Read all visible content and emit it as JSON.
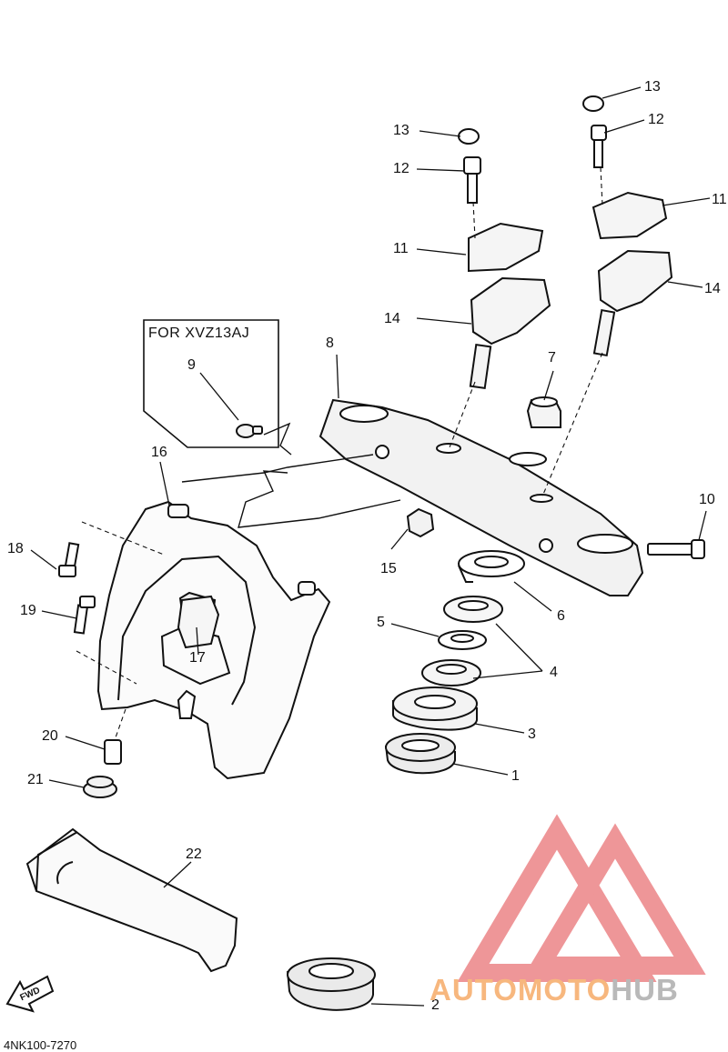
{
  "note": {
    "title": "FOR XVZ13AJ"
  },
  "labels": {
    "n1": "1",
    "n2": "2",
    "n3": "3",
    "n4": "4",
    "n5": "5",
    "n6": "6",
    "n7": "7",
    "n8": "8",
    "n9": "9",
    "n10": "10",
    "n11a": "11",
    "n11b": "11",
    "n12a": "12",
    "n12b": "12",
    "n13a": "13",
    "n13b": "13",
    "n14a": "14",
    "n14b": "14",
    "n15": "15",
    "n16": "16",
    "n17": "17",
    "n18": "18",
    "n19": "19",
    "n20": "20",
    "n21": "21",
    "n22": "22"
  },
  "fwd": {
    "text": "FWD"
  },
  "diagram_code": "4NK100-7270",
  "watermark": {
    "part1": "AUTOMOTO",
    "part2": "HUB",
    "logo_color": "#e8767a",
    "text_color_1": "#f7b77e",
    "text_color_2": "#b9b9b9"
  }
}
